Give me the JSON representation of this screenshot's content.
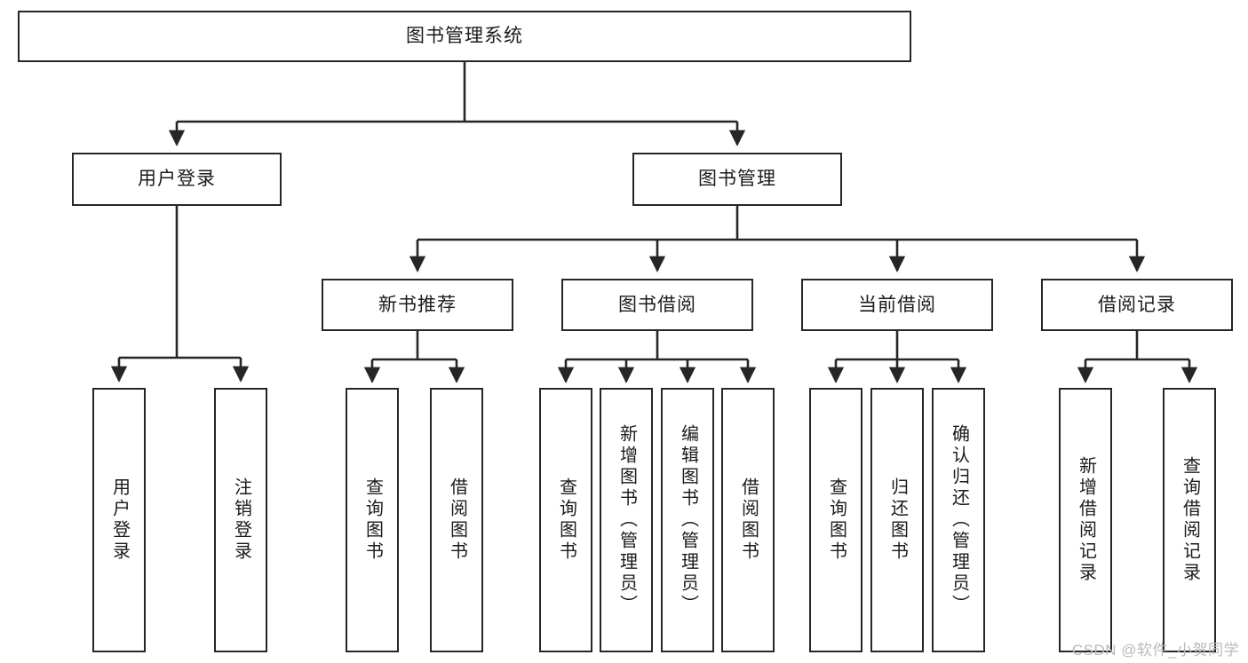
{
  "diagram": {
    "title": "图书管理系统",
    "watermark": "CSDN @软件_小贺同学",
    "line_color": "#262626",
    "text_color": "#1b1b1b",
    "background": "#ffffff",
    "watermark_color": "#b9b9b9",
    "levels": {
      "root": {
        "label": "图书管理系统"
      },
      "level2": [
        {
          "label": "用户登录"
        },
        {
          "label": "图书管理"
        }
      ],
      "level3": [
        {
          "label": "新书推荐"
        },
        {
          "label": "图书借阅"
        },
        {
          "label": "当前借阅"
        },
        {
          "label": "借阅记录"
        }
      ],
      "leaves": [
        {
          "label": "用户登录",
          "parent": "用户登录"
        },
        {
          "label": "注销登录",
          "parent": "用户登录"
        },
        {
          "label": "查询图书",
          "parent": "新书推荐"
        },
        {
          "label": "借阅图书",
          "parent": "新书推荐"
        },
        {
          "label": "查询图书",
          "parent": "图书借阅"
        },
        {
          "label": "新增图书（管理员）",
          "parent": "图书借阅"
        },
        {
          "label": "编辑图书（管理员）",
          "parent": "图书借阅"
        },
        {
          "label": "借阅图书",
          "parent": "图书借阅"
        },
        {
          "label": "查询图书",
          "parent": "当前借阅"
        },
        {
          "label": "归还图书",
          "parent": "当前借阅"
        },
        {
          "label": "确认归还（管理员）",
          "parent": "当前借阅"
        },
        {
          "label": "新增借阅记录",
          "parent": "借阅记录"
        },
        {
          "label": "查询借阅记录",
          "parent": "借阅记录"
        }
      ]
    }
  }
}
